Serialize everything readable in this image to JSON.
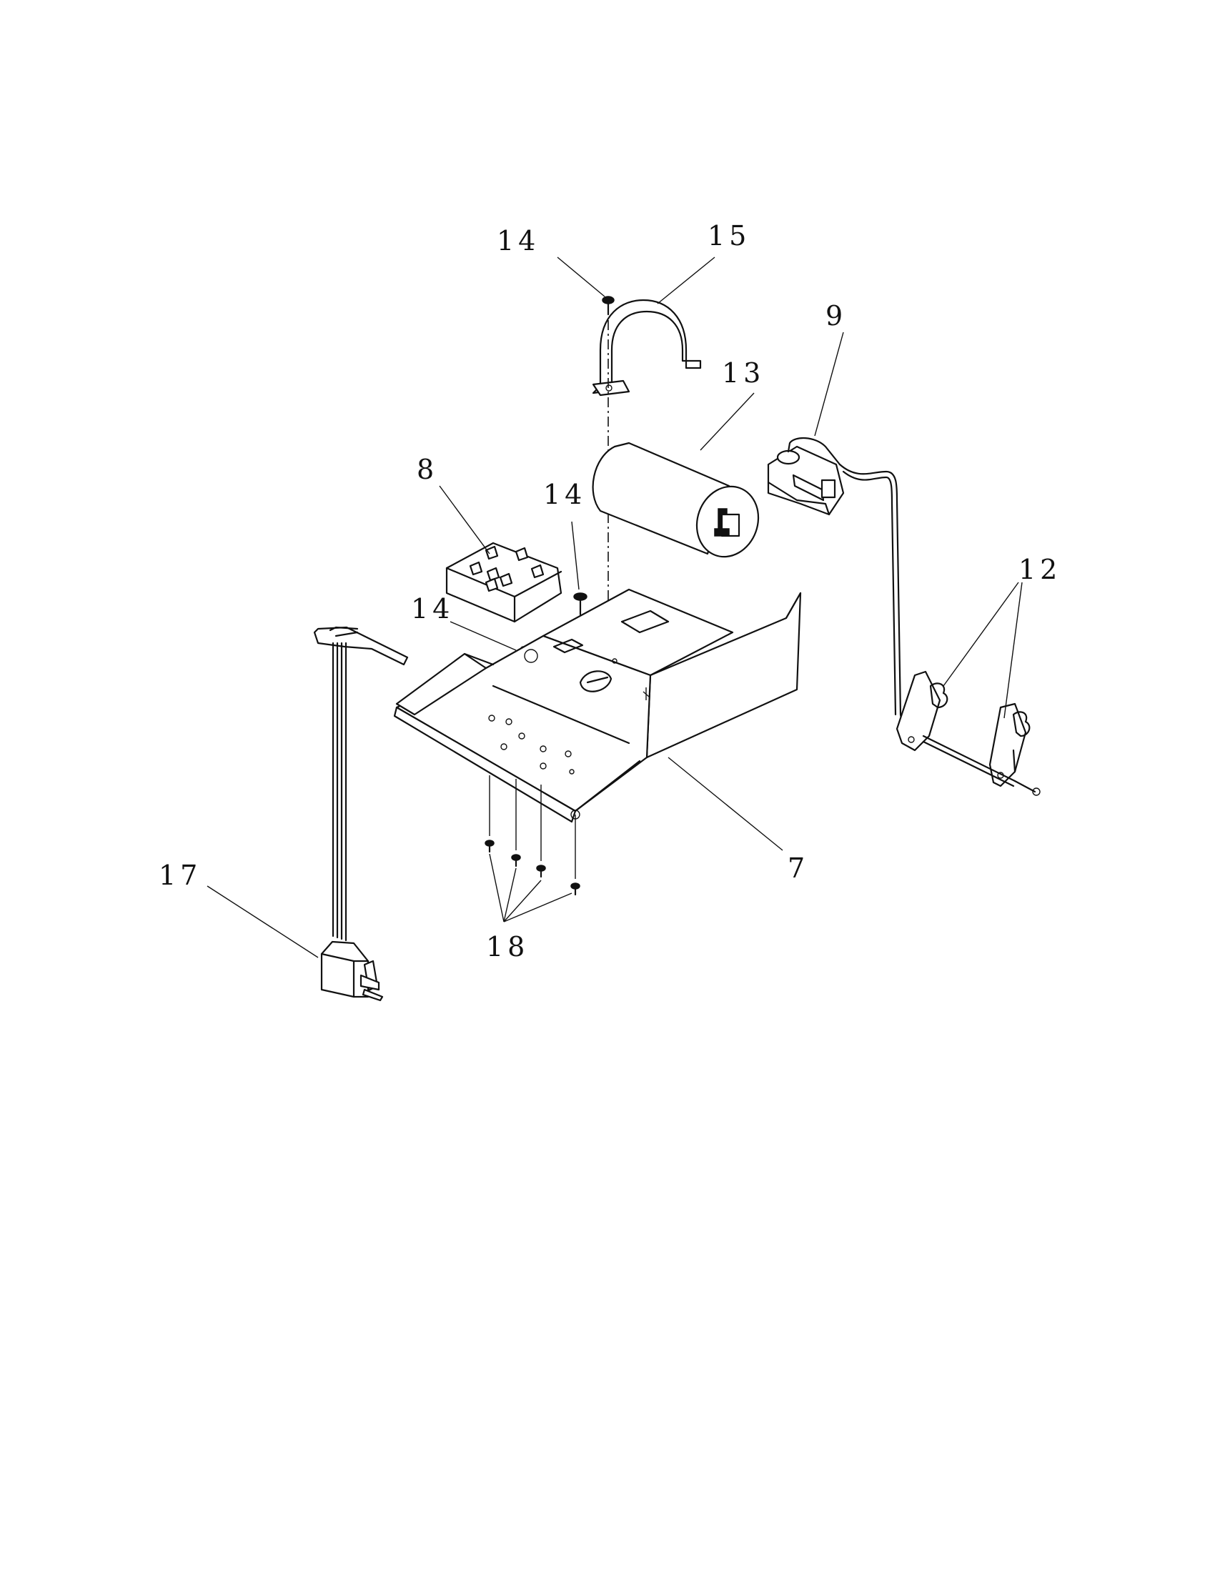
{
  "callouts": [
    {
      "id": "c14a",
      "label": "14"
    },
    {
      "id": "c15",
      "label": "15"
    },
    {
      "id": "c9",
      "label": "9"
    },
    {
      "id": "c13",
      "label": "13"
    },
    {
      "id": "c8",
      "label": "8"
    },
    {
      "id": "c14b",
      "label": "14"
    },
    {
      "id": "c14c",
      "label": "14"
    },
    {
      "id": "c12",
      "label": "12"
    },
    {
      "id": "c7",
      "label": "7"
    },
    {
      "id": "c17",
      "label": "17"
    },
    {
      "id": "c18",
      "label": "18"
    }
  ]
}
